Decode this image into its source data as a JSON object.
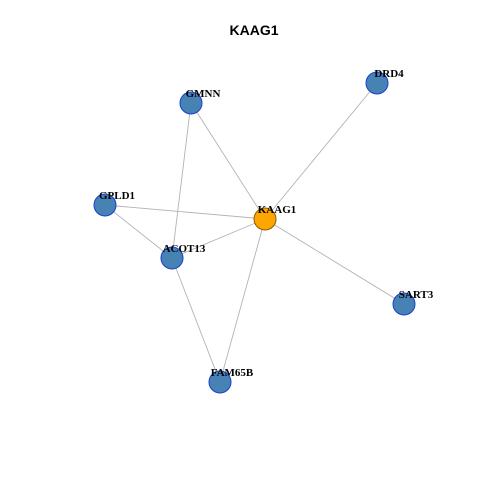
{
  "graph": {
    "title": "KAAG1",
    "colors": {
      "center_fill": "#FFA500",
      "center_stroke": "#8B5A00",
      "node_fill": "#4682B4",
      "node_stroke": "#1A3FCC",
      "edge": "#B3B3B3"
    },
    "nodes": [
      {
        "id": "KAAG1",
        "label": "KAAG1",
        "center": true
      },
      {
        "id": "DRD4",
        "label": "DRD4",
        "center": false
      },
      {
        "id": "GMNN",
        "label": "GMNN",
        "center": false
      },
      {
        "id": "GPLD1",
        "label": "GPLD1",
        "center": false
      },
      {
        "id": "ACOT13",
        "label": "ACOT13",
        "center": false
      },
      {
        "id": "SART3",
        "label": "SART3",
        "center": false
      },
      {
        "id": "FAM65B",
        "label": "FAM65B",
        "center": false
      }
    ],
    "edges": [
      [
        "KAAG1",
        "DRD4"
      ],
      [
        "KAAG1",
        "GMNN"
      ],
      [
        "KAAG1",
        "GPLD1"
      ],
      [
        "KAAG1",
        "ACOT13"
      ],
      [
        "KAAG1",
        "SART3"
      ],
      [
        "KAAG1",
        "FAM65B"
      ],
      [
        "GMNN",
        "ACOT13"
      ],
      [
        "GPLD1",
        "ACOT13"
      ],
      [
        "ACOT13",
        "FAM65B"
      ]
    ]
  }
}
